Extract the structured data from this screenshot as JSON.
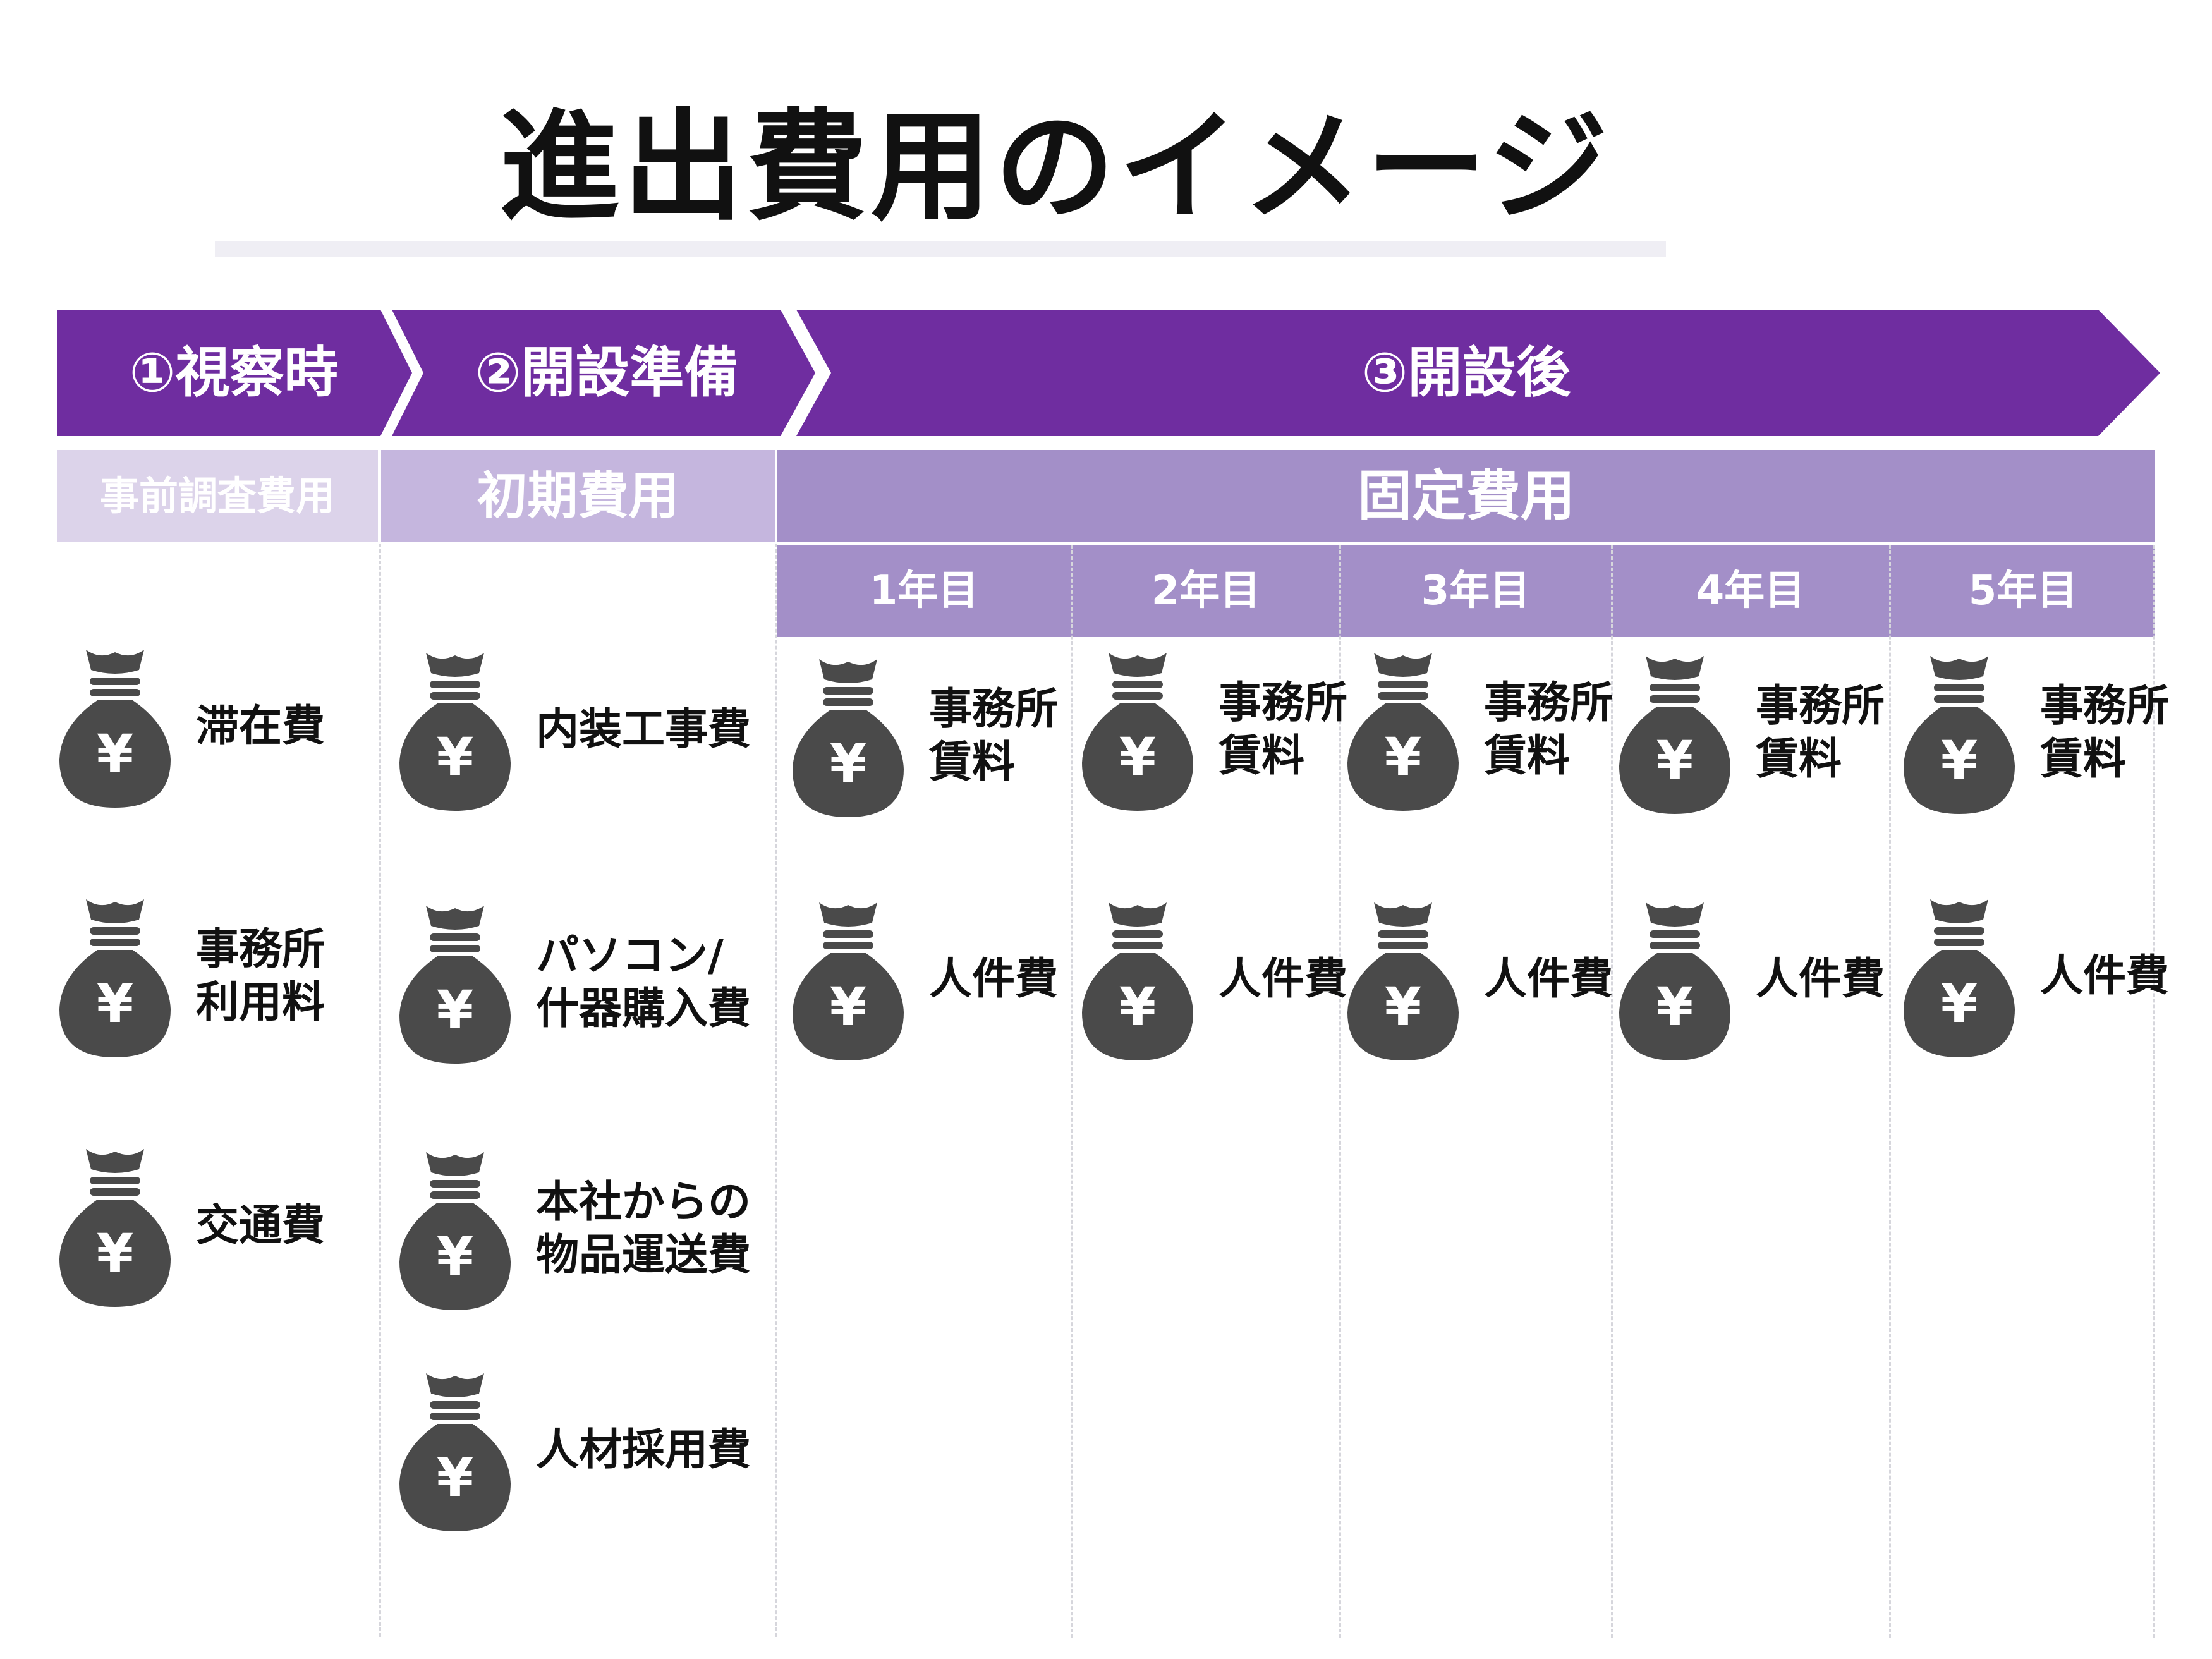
{
  "title": "進出費用のイメージ",
  "colors": {
    "phase": "#6f2da0",
    "cat1": "#dcd3ea",
    "cat2": "#c5b6de",
    "cat3": "#a38fc8",
    "year": "#a38fc8",
    "icon": "#4a4a4a",
    "divider": "#d6d6dc"
  },
  "phases": [
    {
      "label": "①視察時"
    },
    {
      "label": "②開設準備"
    },
    {
      "label": "③開設後"
    }
  ],
  "categories": [
    {
      "label": "事前調査費用"
    },
    {
      "label": "初期費用"
    },
    {
      "label": "固定費用"
    }
  ],
  "years": [
    {
      "label": "1年目"
    },
    {
      "label": "2年目"
    },
    {
      "label": "3年目"
    },
    {
      "label": "4年目"
    },
    {
      "label": "5年目"
    }
  ],
  "icon_name": "money-bag-yen-icon",
  "icon_glyph": "¥",
  "columns": {
    "inspection": [
      "滞在費",
      "事務所\n利用料",
      "交通費"
    ],
    "setup": [
      "内装工事費",
      "パソコン/\n什器購入費",
      "本社からの\n物品運送費",
      "人材採用費"
    ],
    "year1": [
      "事務所\n賃料",
      "人件費"
    ],
    "year2": [
      "事務所\n賃料",
      "人件費"
    ],
    "year3": [
      "事務所\n賃料",
      "人件費"
    ],
    "year4": [
      "事務所\n賃料",
      "人件費"
    ],
    "year5": [
      "事務所\n賃料",
      "人件費"
    ]
  }
}
